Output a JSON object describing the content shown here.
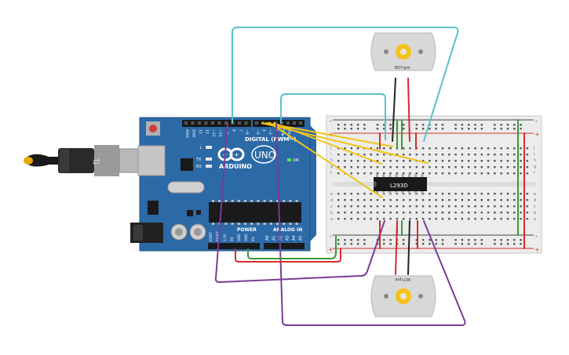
{
  "arduino": {
    "digital_label": "DIGITAL (PWM~)",
    "brand": "ARDUINO",
    "model": "UNO",
    "on_label": "ON",
    "power_label": "POWER",
    "analog_label": "ANALOG IN",
    "led_l": "L",
    "led_tx": "TX",
    "led_rx": "RX",
    "top_pins": [
      "AREF",
      "GND",
      "13",
      "12",
      "~11",
      "~10",
      "~9",
      "8",
      "7",
      "~6",
      "~5",
      "4",
      "~3",
      "2",
      "TX►1",
      "RX◄0"
    ],
    "power_pins": [
      "IOREF",
      "RESET",
      "3.3V",
      "5V",
      "GND",
      "GND",
      "Vin"
    ],
    "analog_pins": [
      "A0",
      "A1",
      "A2",
      "A3",
      "A4",
      "A5"
    ]
  },
  "chip": {
    "label": "L293D"
  },
  "motor_top": {
    "label": "607rpm"
  },
  "motor_bottom": {
    "label": "607rpm"
  },
  "breadboard": {
    "row_letters_top": [
      "j",
      "i",
      "h",
      "g",
      "f"
    ],
    "row_letters_bottom": [
      "e",
      "d",
      "c",
      "b",
      "a"
    ],
    "rail_plus": "+",
    "rail_minus": "-"
  },
  "colors": {
    "board": "#2b6aa6",
    "board_dark": "#1f5186",
    "breadboard": "#ececec",
    "wire_cyan": "#59c1c9",
    "wire_purple": "#7b3c97",
    "wire_yellow": "#f2c319",
    "wire_red": "#d32c2c",
    "wire_black": "#222222",
    "wire_green": "#3a9a3a",
    "motor_body": "#d8d8d8",
    "gear": "#f5c21b"
  }
}
